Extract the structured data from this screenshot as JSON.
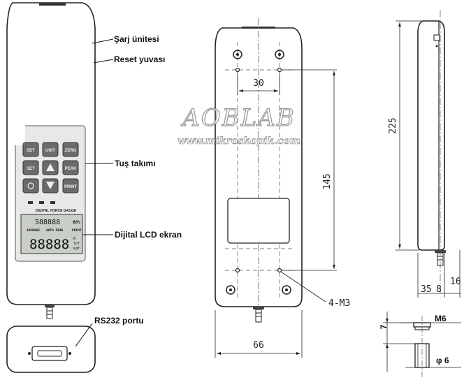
{
  "labels": {
    "charger": "Şarj ünitesi",
    "reset": "Reset yuvası",
    "keypad": "Tuş takımı",
    "lcd": "Dijital LCD ekran",
    "rs232": "RS232 portu"
  },
  "keys": {
    "set_top": "SET",
    "unit": "UNIT",
    "zero": "ZERO",
    "set": "SET",
    "peak": "PEAK",
    "print": "PRINT",
    "lcd_brand": "DIGITAL FORCE GAUGE"
  },
  "lcd": {
    "top_digits": "588888",
    "top_tag": "88%",
    "average": "AVERAGE",
    "auto_peak": "AUTO PEAK",
    "print": "PRINT",
    "main_digits": "88888",
    "unit_n": "N",
    "unit_lbf": "lbf",
    "unit_kgf": "kgf"
  },
  "dimensions": {
    "d30": "30",
    "d145": "145",
    "d225": "225",
    "d66": "66",
    "thread": "4-M3",
    "d35": "35",
    "d8": "8",
    "d16": "16",
    "m6": "M6",
    "d7": "7",
    "phi6": "φ 6"
  },
  "watermark": {
    "brand": "AOBLAB",
    "site": "www.mikroskopik.com"
  }
}
